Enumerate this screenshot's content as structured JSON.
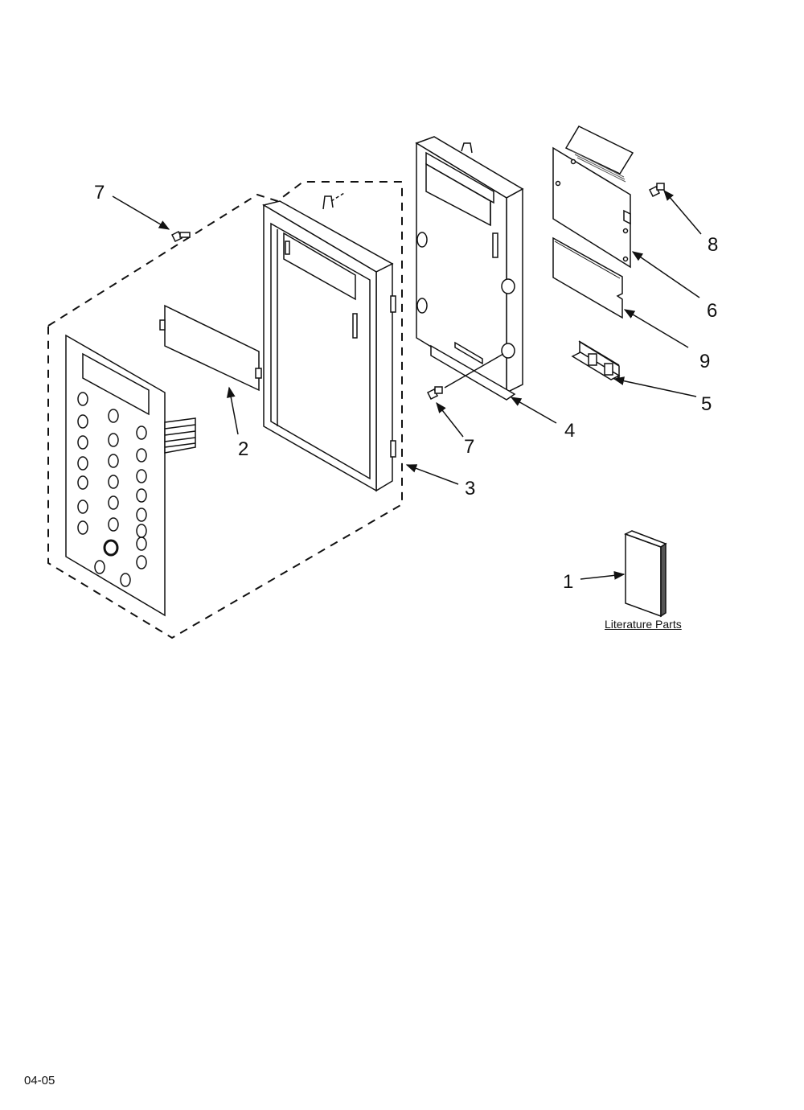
{
  "callouts": [
    {
      "id": "c7a",
      "text": "7"
    },
    {
      "id": "c8",
      "text": "8"
    },
    {
      "id": "c6",
      "text": "6"
    },
    {
      "id": "c9",
      "text": "9"
    },
    {
      "id": "c5",
      "text": "5"
    },
    {
      "id": "c2",
      "text": "2"
    },
    {
      "id": "c4",
      "text": "4"
    },
    {
      "id": "c7b",
      "text": "7"
    },
    {
      "id": "c3",
      "text": "3"
    },
    {
      "id": "c1",
      "text": "1"
    }
  ],
  "literature_label": "Literature Parts",
  "page_code": "04-05",
  "colors": {
    "line": "#111111",
    "background": "#ffffff",
    "shade": "#555555"
  }
}
